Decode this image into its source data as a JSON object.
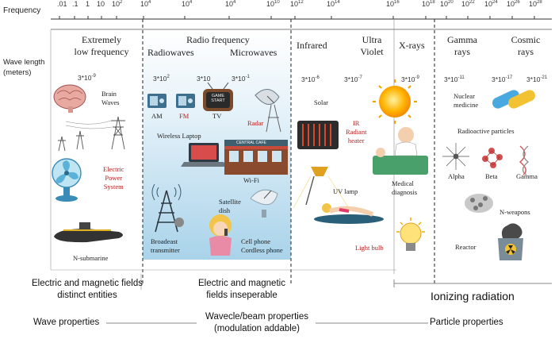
{
  "frequency_label": "Frequency",
  "frequency_ticks": [
    {
      "base": ".01",
      "exp": ""
    },
    {
      "base": ".1",
      "exp": ""
    },
    {
      "base": "1",
      "exp": ""
    },
    {
      "base": "10",
      "exp": ""
    },
    {
      "base": "10",
      "exp": "2"
    },
    {
      "base": "10",
      "exp": "4"
    },
    {
      "base": "10",
      "exp": "4"
    },
    {
      "base": "10",
      "exp": "4"
    },
    {
      "base": "10",
      "exp": "10"
    },
    {
      "base": "10",
      "exp": "12"
    },
    {
      "base": "10",
      "exp": "14"
    },
    {
      "base": "10",
      "exp": "16"
    },
    {
      "base": "10",
      "exp": "18"
    },
    {
      "base": "10",
      "exp": "20"
    },
    {
      "base": "10",
      "exp": "22"
    },
    {
      "base": "10",
      "exp": "24"
    },
    {
      "base": "10",
      "exp": "26"
    },
    {
      "base": "10",
      "exp": "28"
    }
  ],
  "wavelength_label": [
    "Wave length",
    "(meters)"
  ],
  "bands": {
    "elf": [
      "Extremely",
      "low frequency"
    ],
    "radio": "Radio frequency",
    "radiowaves": "Radiowaves",
    "microwaves": "Microwaves",
    "infrared": "Infrared",
    "ultraviolet": [
      "Ultra",
      "Violet"
    ],
    "xrays": "X-rays",
    "gamma": [
      "Gamma",
      "rays"
    ],
    "cosmic": [
      "Cosmic",
      "rays"
    ]
  },
  "wavelengths": [
    {
      "base": "3*10",
      "exp": "-9"
    },
    {
      "base": "3*10",
      "exp": "2"
    },
    {
      "base": "3*10",
      "exp": ""
    },
    {
      "base": "3*10",
      "exp": "-1"
    },
    {
      "base": "3*10",
      "exp": "-6"
    },
    {
      "base": "3*10",
      "exp": "-7"
    },
    {
      "base": "3*10",
      "exp": "-9"
    },
    {
      "base": "3*10",
      "exp": "-11"
    },
    {
      "base": "3*10",
      "exp": "-17"
    },
    {
      "base": "3*10",
      "exp": "-21"
    }
  ],
  "items": {
    "brain_waves": [
      "Brain",
      "Waves"
    ],
    "electric_power": [
      "Electric",
      "Power",
      "System"
    ],
    "n_submarine": "N-submarine",
    "am": "AM",
    "fm": "FM",
    "tv": "TV",
    "radar": "Radar",
    "game_start": [
      "GAME",
      "START"
    ],
    "wireless_laptop": "Wireless Laptop",
    "central_cafe": "CENTRAL CAFE",
    "wifi": "Wi-Fi",
    "satellite_dish": [
      "Satellite",
      "dish"
    ],
    "broadcast": [
      "Broadeast",
      "transmitter"
    ],
    "cell_phone": [
      "Cell phone",
      "Cordless phone"
    ],
    "solar": "Solar",
    "ir_heater": [
      "IR",
      "Radiant",
      "heater"
    ],
    "medical_diagnosis": [
      "Medical",
      "diagnosis"
    ],
    "uv_lamp": "UV lamp",
    "light_bulb": "Light bulb",
    "nuclear_medicine": [
      "Nuclear",
      "medicine"
    ],
    "radioactive_particles": "Radioactive particles",
    "alpha": "Alpha",
    "beta": "Beta",
    "gamma": "Gamma",
    "n_weapons": "N-weapons",
    "reactor": "Reactor"
  },
  "bottom": {
    "fields_distinct": [
      "Electric and magnetic fields",
      "distinct entities"
    ],
    "fields_inseparable": [
      "Electric and magnetic",
      "fields inseperable"
    ],
    "ionizing": "Ionizing radiation",
    "wave_props": "Wave properties",
    "wavecle": [
      "Wavecle/beam properties",
      "(modulation addable)"
    ],
    "particle_props": "Particle properties"
  },
  "colors": {
    "radio_band_top": "#ffffff",
    "radio_band_bottom": "#a9d3ea",
    "red_label": "#b42222",
    "line": "#555555"
  }
}
